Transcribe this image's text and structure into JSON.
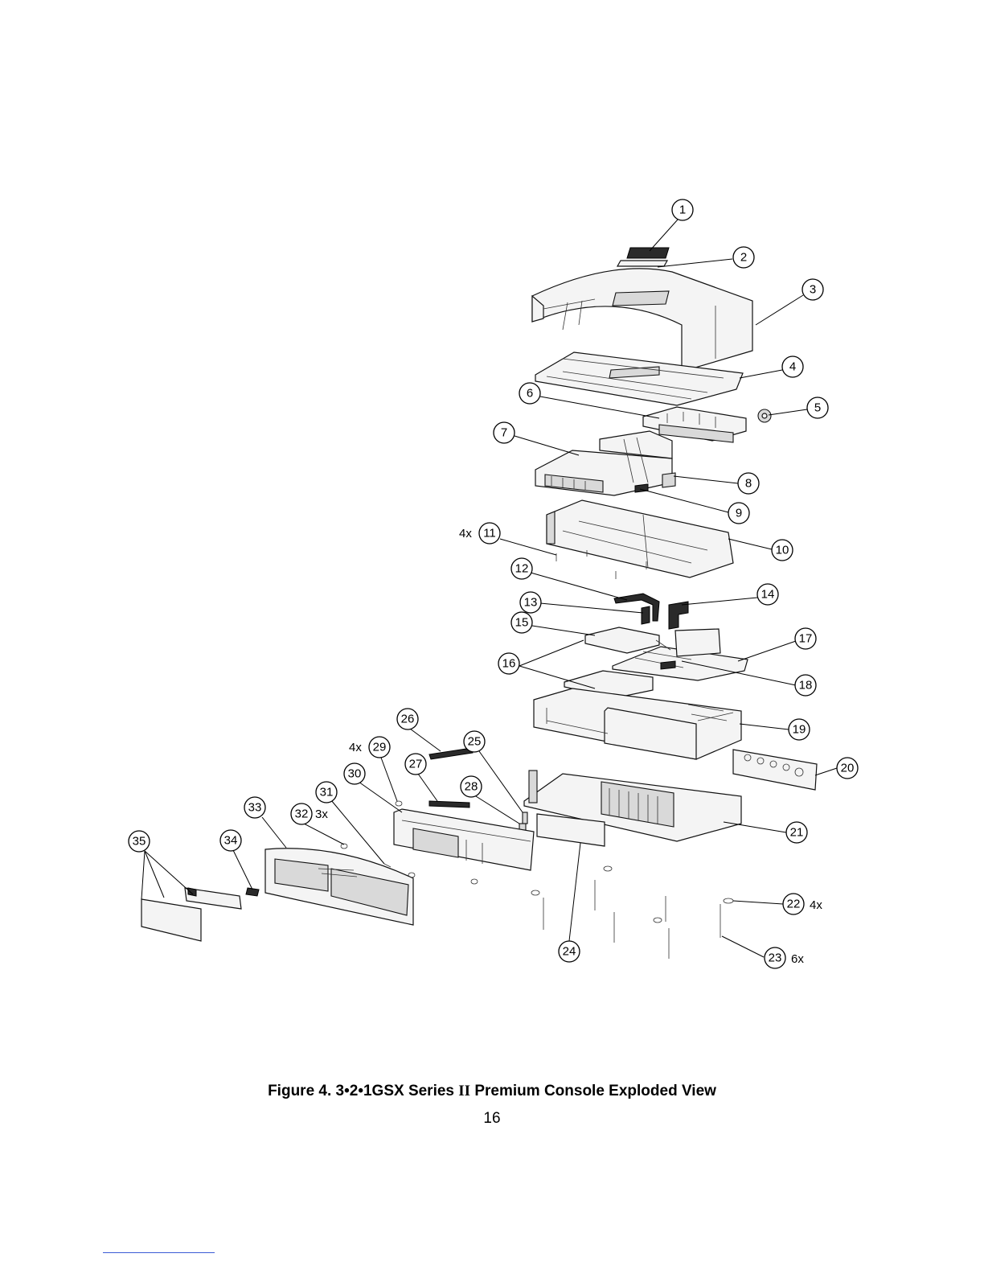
{
  "figure": {
    "caption_prefix": "Figure 4. 3•2•1GSX Series ",
    "caption_roman": "II",
    "caption_suffix": " Premium Console Exploded View"
  },
  "page_number": "16",
  "callouts": [
    {
      "label": "1"
    },
    {
      "label": "2"
    },
    {
      "label": "3"
    },
    {
      "label": "4"
    },
    {
      "label": "5"
    },
    {
      "label": "6"
    },
    {
      "label": "7"
    },
    {
      "label": "8"
    },
    {
      "label": "9"
    },
    {
      "label": "10"
    },
    {
      "label": "11"
    },
    {
      "label": "12"
    },
    {
      "label": "13"
    },
    {
      "label": "14"
    },
    {
      "label": "15"
    },
    {
      "label": "16"
    },
    {
      "label": "17"
    },
    {
      "label": "18"
    },
    {
      "label": "19"
    },
    {
      "label": "20"
    },
    {
      "label": "21"
    },
    {
      "label": "22"
    },
    {
      "label": "23"
    },
    {
      "label": "24"
    },
    {
      "label": "25"
    },
    {
      "label": "26"
    },
    {
      "label": "27"
    },
    {
      "label": "28"
    },
    {
      "label": "29"
    },
    {
      "label": "30"
    },
    {
      "label": "31"
    },
    {
      "label": "32"
    },
    {
      "label": "33"
    },
    {
      "label": "34"
    },
    {
      "label": "35"
    }
  ],
  "quantities": {
    "q11": "4x",
    "q22": "4x",
    "q23": "6x",
    "q29": "4x",
    "q32": "3x"
  }
}
